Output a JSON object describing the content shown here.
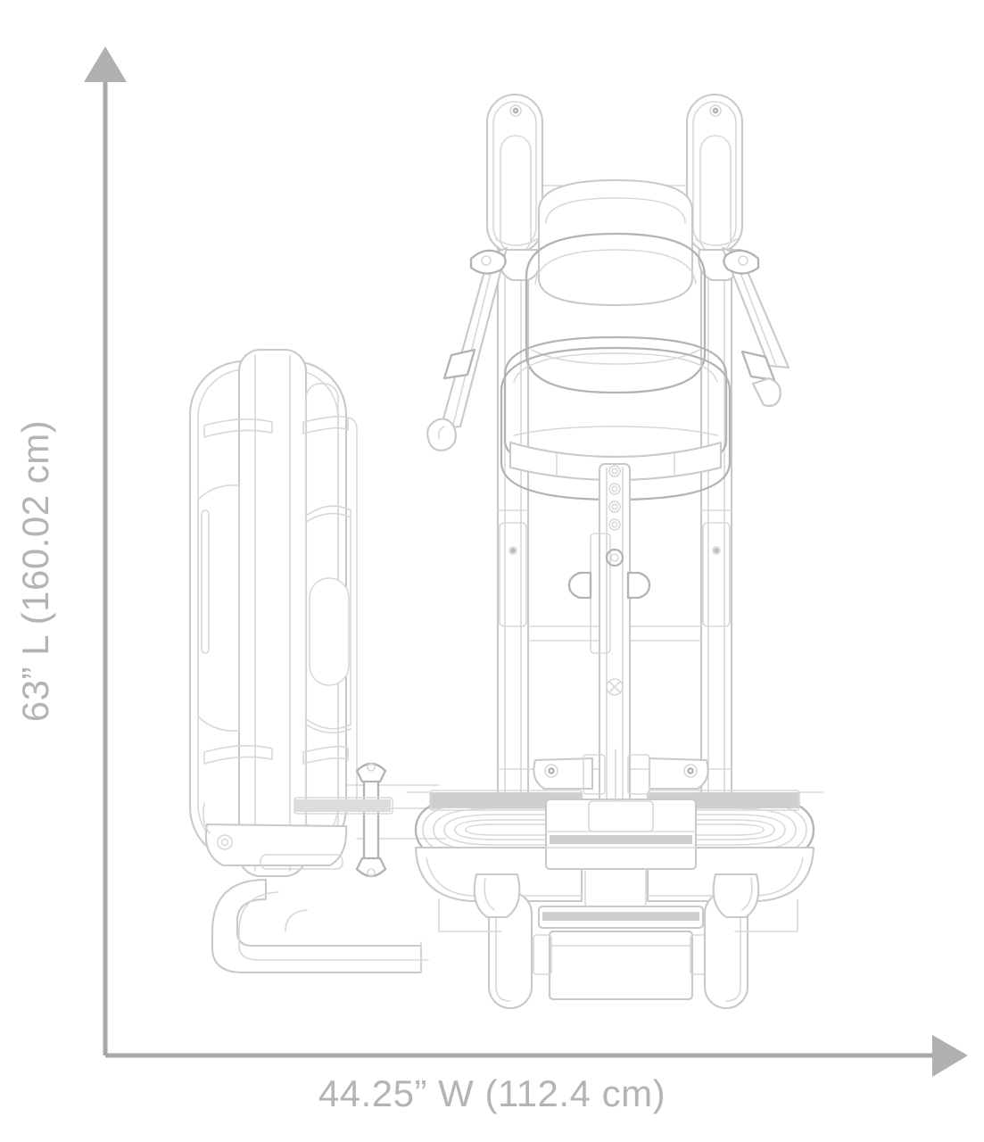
{
  "diagram": {
    "title": "Mobility Device Dimension Diagram",
    "view": "top view line drawing",
    "product": "folding mobility scooter / wheelchair",
    "background_color": "#ffffff",
    "line_color": "#c6c6c6",
    "line_color_dark": "#b0b0b0",
    "axis_color": "#aaaaaa",
    "label_color": "#b4b4b4"
  },
  "dimensions": {
    "width": {
      "label": "44.25” W (112.4 cm)",
      "value_in": 44.25,
      "value_cm": 112.4,
      "unit_primary": "in",
      "unit_secondary": "cm",
      "axis": "horizontal",
      "axis_name": "W"
    },
    "length": {
      "label": "63” L (160.02 cm)",
      "value_in": 63,
      "value_cm": 160.02,
      "unit_primary": "in",
      "unit_secondary": "cm",
      "axis": "vertical",
      "axis_name": "L"
    }
  },
  "axes": {
    "vertical_arrow": "up-arrow-icon",
    "horizontal_arrow": "right-arrow-icon",
    "origin_corner": "bottom-left"
  },
  "parts": [
    {
      "name": "left-handlebar-grip",
      "kind": "grip"
    },
    {
      "name": "right-handlebar-grip",
      "kind": "grip"
    },
    {
      "name": "seat-backrest",
      "kind": "cushion"
    },
    {
      "name": "seat-cushion",
      "kind": "cushion"
    },
    {
      "name": "left-control-lever",
      "kind": "lever"
    },
    {
      "name": "right-control-lever",
      "kind": "lever"
    },
    {
      "name": "center-frame-post",
      "kind": "frame"
    },
    {
      "name": "height-adjust-holes",
      "kind": "hardware"
    },
    {
      "name": "left-side-frame-rail",
      "kind": "frame"
    },
    {
      "name": "right-side-frame-rail",
      "kind": "frame"
    },
    {
      "name": "left-footplate",
      "kind": "footplate"
    },
    {
      "name": "right-footplate",
      "kind": "footplate"
    },
    {
      "name": "left-front-caster-wheel",
      "kind": "wheel"
    },
    {
      "name": "right-front-caster-wheel",
      "kind": "wheel"
    },
    {
      "name": "battery-box",
      "kind": "module"
    },
    {
      "name": "folded-backrest-panel",
      "kind": "panel"
    },
    {
      "name": "anti-tip-tube",
      "kind": "tube"
    },
    {
      "name": "left-rear-wheel",
      "kind": "wheel"
    },
    {
      "name": "right-rear-wheel",
      "kind": "wheel"
    }
  ]
}
